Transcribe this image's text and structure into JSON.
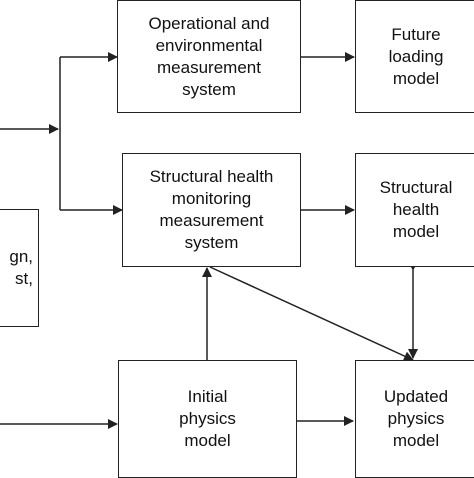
{
  "diagram": {
    "boxes": {
      "operational": "Operational and\nenvironmental\nmeasurement\nsystem",
      "future": "Future\nloading\nmodel",
      "shm": "Structural health\nmonitoring\nmeasurement\nsystem",
      "structural_health": "Structural\nhealth\nmodel",
      "initial": "Initial\nphysics\nmodel",
      "updated": "Updated\nphysics\nmodel",
      "left_partial": "gn,\nst,"
    }
  }
}
